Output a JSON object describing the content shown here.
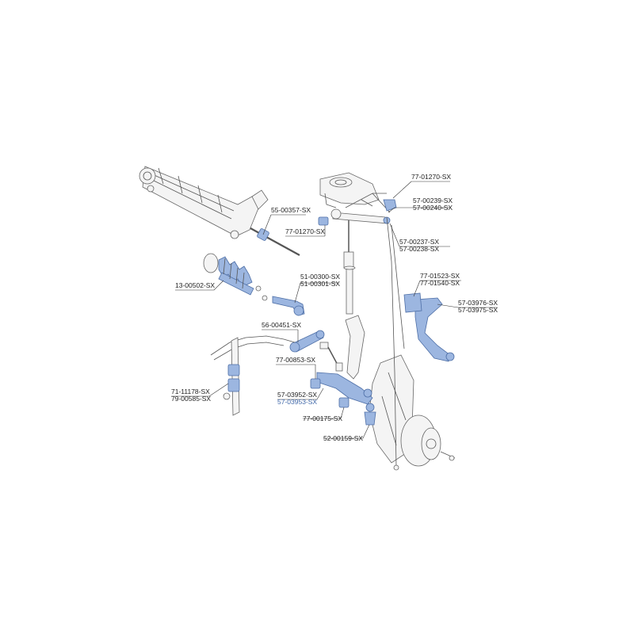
{
  "colors": {
    "part_fill": "#9cb6e0",
    "part_stroke": "#4d6ea6",
    "highlight_text": "#3f67a8",
    "line": "#555555"
  },
  "labels": {
    "upper_mount": "77-01270-SX",
    "upper_arm_a1": "57-00239-SX",
    "upper_arm_a2": "57-00240-SX",
    "tie_rod": "55-00357-SX",
    "upper_bush": "77-01270-SX",
    "upper_arm_b1": "57-00237-SX",
    "upper_arm_b2": "57-00238-SX",
    "boot": "13-00502-SX",
    "tie_rod_end_1": "51-00300-SX",
    "tie_rod_end_2": "51-00301-SX",
    "rear_bush_1": "77-01523-SX",
    "rear_bush_2": "77-01540-SX",
    "lower_arm_r1": "57-03976-SX",
    "lower_arm_r2": "57-03975-SX",
    "stab_link": "56-00451-SX",
    "lower_bush": "77-00853-SX",
    "sway_bush_1": "71-11178-SX",
    "sway_bush_2": "79-00585-SX",
    "lower_arm_f1": "57-03952-SX",
    "lower_arm_f2": "57-03953-SX",
    "front_bush": "77-00175-SX",
    "ball_joint": "52-00159-SX"
  }
}
